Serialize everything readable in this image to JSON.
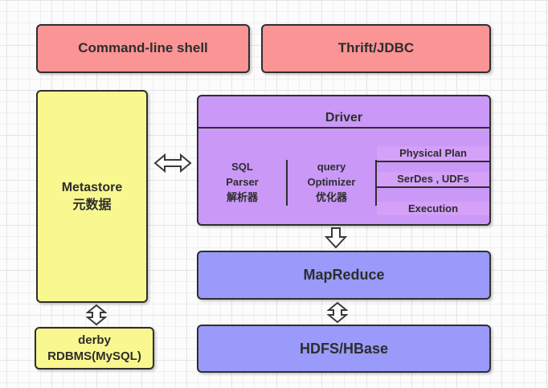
{
  "colors": {
    "pink": "#fb9494",
    "yellow": "#f9f78f",
    "purple": "#ca98f7",
    "purple_light": "#d4a0f8",
    "blue": "#9a9afa",
    "border": "#2e2e2e",
    "text": "#2d2d2d"
  },
  "boxes": {
    "cmd_shell": {
      "label": "Command-line shell"
    },
    "thrift": {
      "label": "Thrift/JDBC"
    },
    "metastore": {
      "line1": "Metastore",
      "line2": "元数据"
    },
    "driver": {
      "label": "Driver",
      "sql_parser": {
        "line1": "SQL",
        "line2": "Parser",
        "line3": "解析器"
      },
      "query_optimizer": {
        "line1": "query",
        "line2": "Optimizer",
        "line3": "优化器"
      },
      "physical_plan": {
        "label": "Physical Plan"
      },
      "serdes_udfs": {
        "label": "SerDes , UDFs"
      },
      "execution": {
        "label": "Execution"
      }
    },
    "mapreduce": {
      "label": "MapReduce"
    },
    "hdfs_hbase": {
      "label": "HDFS/HBase"
    },
    "derby": {
      "line1": "derby",
      "line2": "RDBMS(MySQL)"
    }
  },
  "arrows": [
    {
      "name": "metastore-driver",
      "type": "double-horizontal"
    },
    {
      "name": "driver-mapreduce",
      "type": "down"
    },
    {
      "name": "mapreduce-hdfs",
      "type": "double-vertical"
    },
    {
      "name": "metastore-derby",
      "type": "double-vertical"
    }
  ]
}
